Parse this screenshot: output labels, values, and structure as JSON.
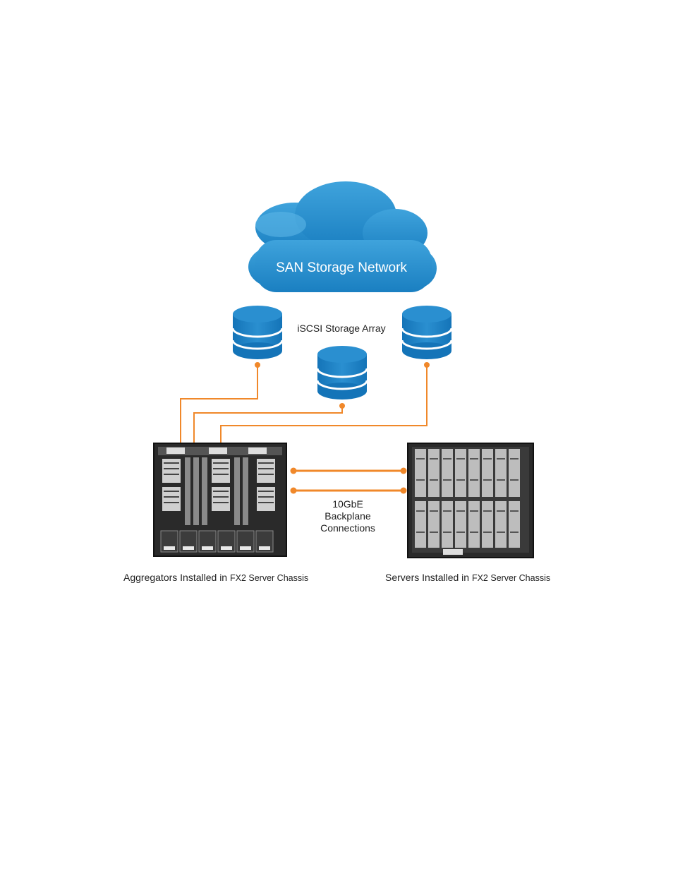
{
  "cloud": {
    "label": "SAN Storage Network"
  },
  "storage": {
    "label": "iSCSI Storage Array"
  },
  "link": {
    "label_lines": [
      "10GbE",
      "Backplane",
      "Connections"
    ]
  },
  "captions": {
    "left_main": "Aggregators Installed in ",
    "left_small": "FX2 Server Chassis",
    "right_main": "Servers Installed in ",
    "right_small": "FX2 Server Chassis"
  },
  "colors": {
    "cloud_dark": "#1a7fc1",
    "cloud_light": "#3fa3dc",
    "storage_blue": "#1a7fc1",
    "cable_orange": "#f0882a",
    "chassis_dark": "#2a2a2a"
  }
}
